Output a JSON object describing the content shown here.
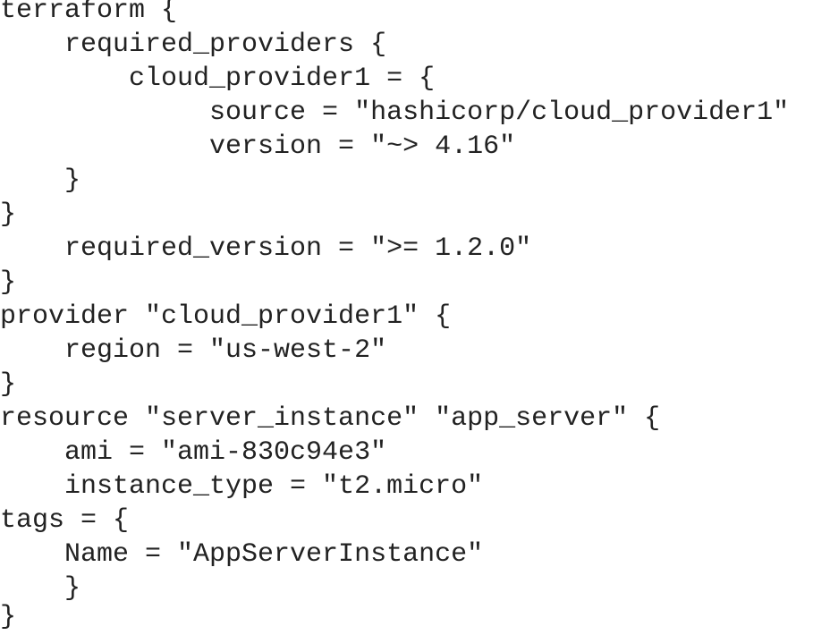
{
  "code": {
    "lines": [
      "terraform {",
      "    required_providers {",
      "        cloud_provider1 = {",
      "             source = \"hashicorp/cloud_provider1\"",
      "             version = \"~> 4.16\"",
      "    }",
      "}",
      "    required_version = \">= 1.2.0\"",
      "}",
      "provider \"cloud_provider1\" {",
      "    region = \"us-west-2\"",
      "}",
      "resource \"server_instance\" \"app_server\" {",
      "    ami = \"ami-830c94e3\"",
      "    instance_type = \"t2.micro\"",
      "tags = {",
      "    Name = \"AppServerInstance\"",
      "    }",
      "}"
    ]
  }
}
